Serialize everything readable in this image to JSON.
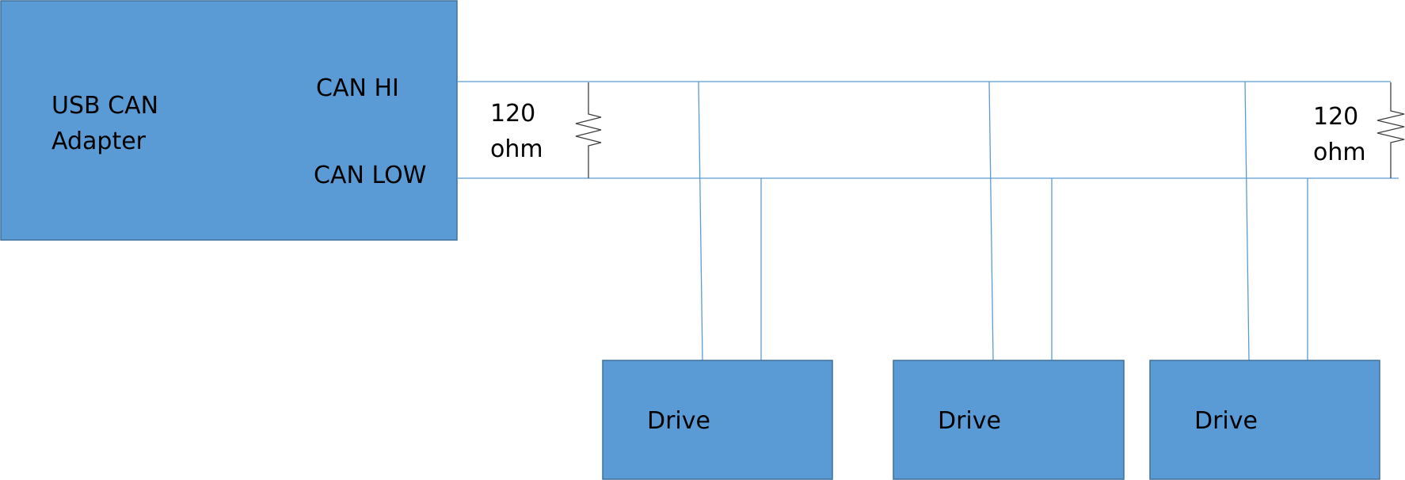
{
  "adapter": {
    "label_line1": "USB CAN",
    "label_line2": "Adapter",
    "can_hi_label": "CAN HI",
    "can_low_label": "CAN LOW"
  },
  "terminators": [
    {
      "value_line1": "120",
      "value_line2": "ohm",
      "icon": "resistor-icon"
    },
    {
      "value_line1": "120",
      "value_line2": "ohm",
      "icon": "resistor-icon"
    }
  ],
  "drives": [
    {
      "label": "Drive"
    },
    {
      "label": "Drive"
    },
    {
      "label": "Drive"
    }
  ],
  "colors": {
    "box_fill": "#5b9bd5",
    "box_border": "#41719c",
    "bus_line": "#5b9bd5",
    "resistor": "#404040",
    "text": "#000000"
  }
}
